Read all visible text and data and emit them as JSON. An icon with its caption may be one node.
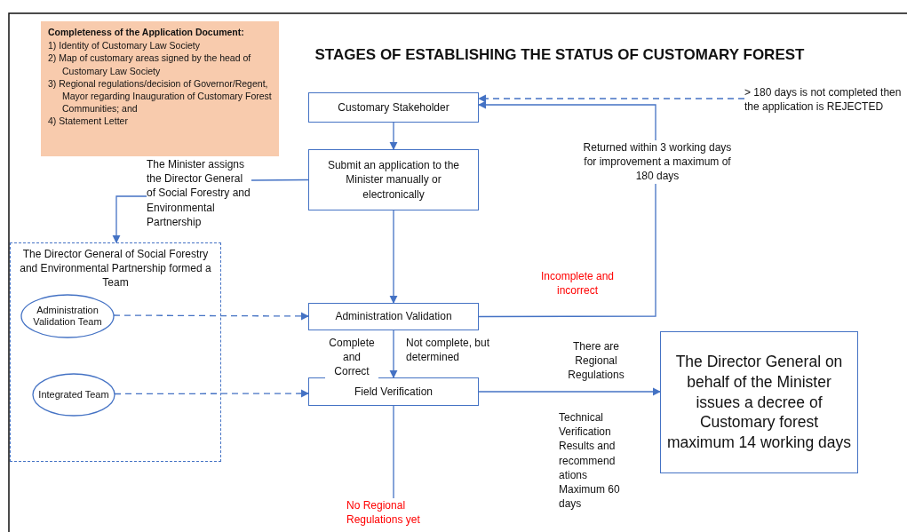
{
  "diagram": {
    "title": "STAGES OF ESTABLISHING THE STATUS OF CUSTOMARY FOREST",
    "nodes": [
      {
        "text": [
          "Completeness of the Application Document:",
          "1) Identity of Customary Law Society",
          "2) Map of customary areas signed by the head of Customary Law Society",
          "3) Regional regulations/decision of Governor/Regent, Mayor regarding Inauguration of Customary Forest Communities; and",
          "4) Statement Letter"
        ]
      },
      {
        "text": [
          "Customary Stakeholder"
        ]
      },
      {
        "text": [
          "Submit an application to the Minister manually or electronically"
        ]
      },
      {
        "text": [
          "The Minister assigns the Director General of Social Forestry and Environmental Partnership"
        ]
      },
      {
        "text": [
          "The Director General of Social Forestry and Environmental Partnership formed a Team"
        ]
      },
      {
        "text": [
          "Administration Validation Team"
        ],
        "in": 4
      },
      {
        "text": [
          "Integrated Team"
        ],
        "in": 4
      },
      {
        "text": [
          "Administration Validation"
        ]
      },
      {
        "text": [
          "Field Verification"
        ]
      },
      {
        "text": [
          "The Director General on behalf of the Minister issues a decree of Customary forest maximum 14 working days"
        ]
      },
      {
        "text": [
          "> 180 days is not completed then the application is REJECTED"
        ]
      },
      {
        "text": [
          "No Regional Regulations yet"
        ]
      }
    ],
    "edges": [
      {
        "from": 1,
        "to": 2,
        "arrow": "to"
      },
      {
        "from": 2,
        "to": 7,
        "arrow": "to"
      },
      {
        "from": 2,
        "to": 3,
        "arrow": "none"
      },
      {
        "from": 3,
        "to": 4,
        "arrow": "to"
      },
      {
        "from": 5,
        "to": 7,
        "arrow": "to",
        "style": "dashed"
      },
      {
        "from": 6,
        "to": 8,
        "arrow": "to",
        "style": "dashed"
      },
      {
        "from": 7,
        "to": 8,
        "arrow": "to",
        "label": "Complete and Correct"
      },
      {
        "from": 7,
        "to": 1,
        "arrow": "to",
        "label": "Returned within 3 working days for improvement a maximum of 180 days"
      },
      {
        "from": 10,
        "to": 1,
        "arrow": "to",
        "style": "dashed"
      },
      {
        "from": 8,
        "to": 9,
        "arrow": "to",
        "label": "There are Regional Regulations"
      },
      {
        "from": 8,
        "to": 11,
        "arrow": "none"
      }
    ],
    "labels": [
      "Not complete, but determined",
      "Incomplete and incorrect",
      "Technical Verification Results and recommend ations Maximum 60 days"
    ]
  }
}
